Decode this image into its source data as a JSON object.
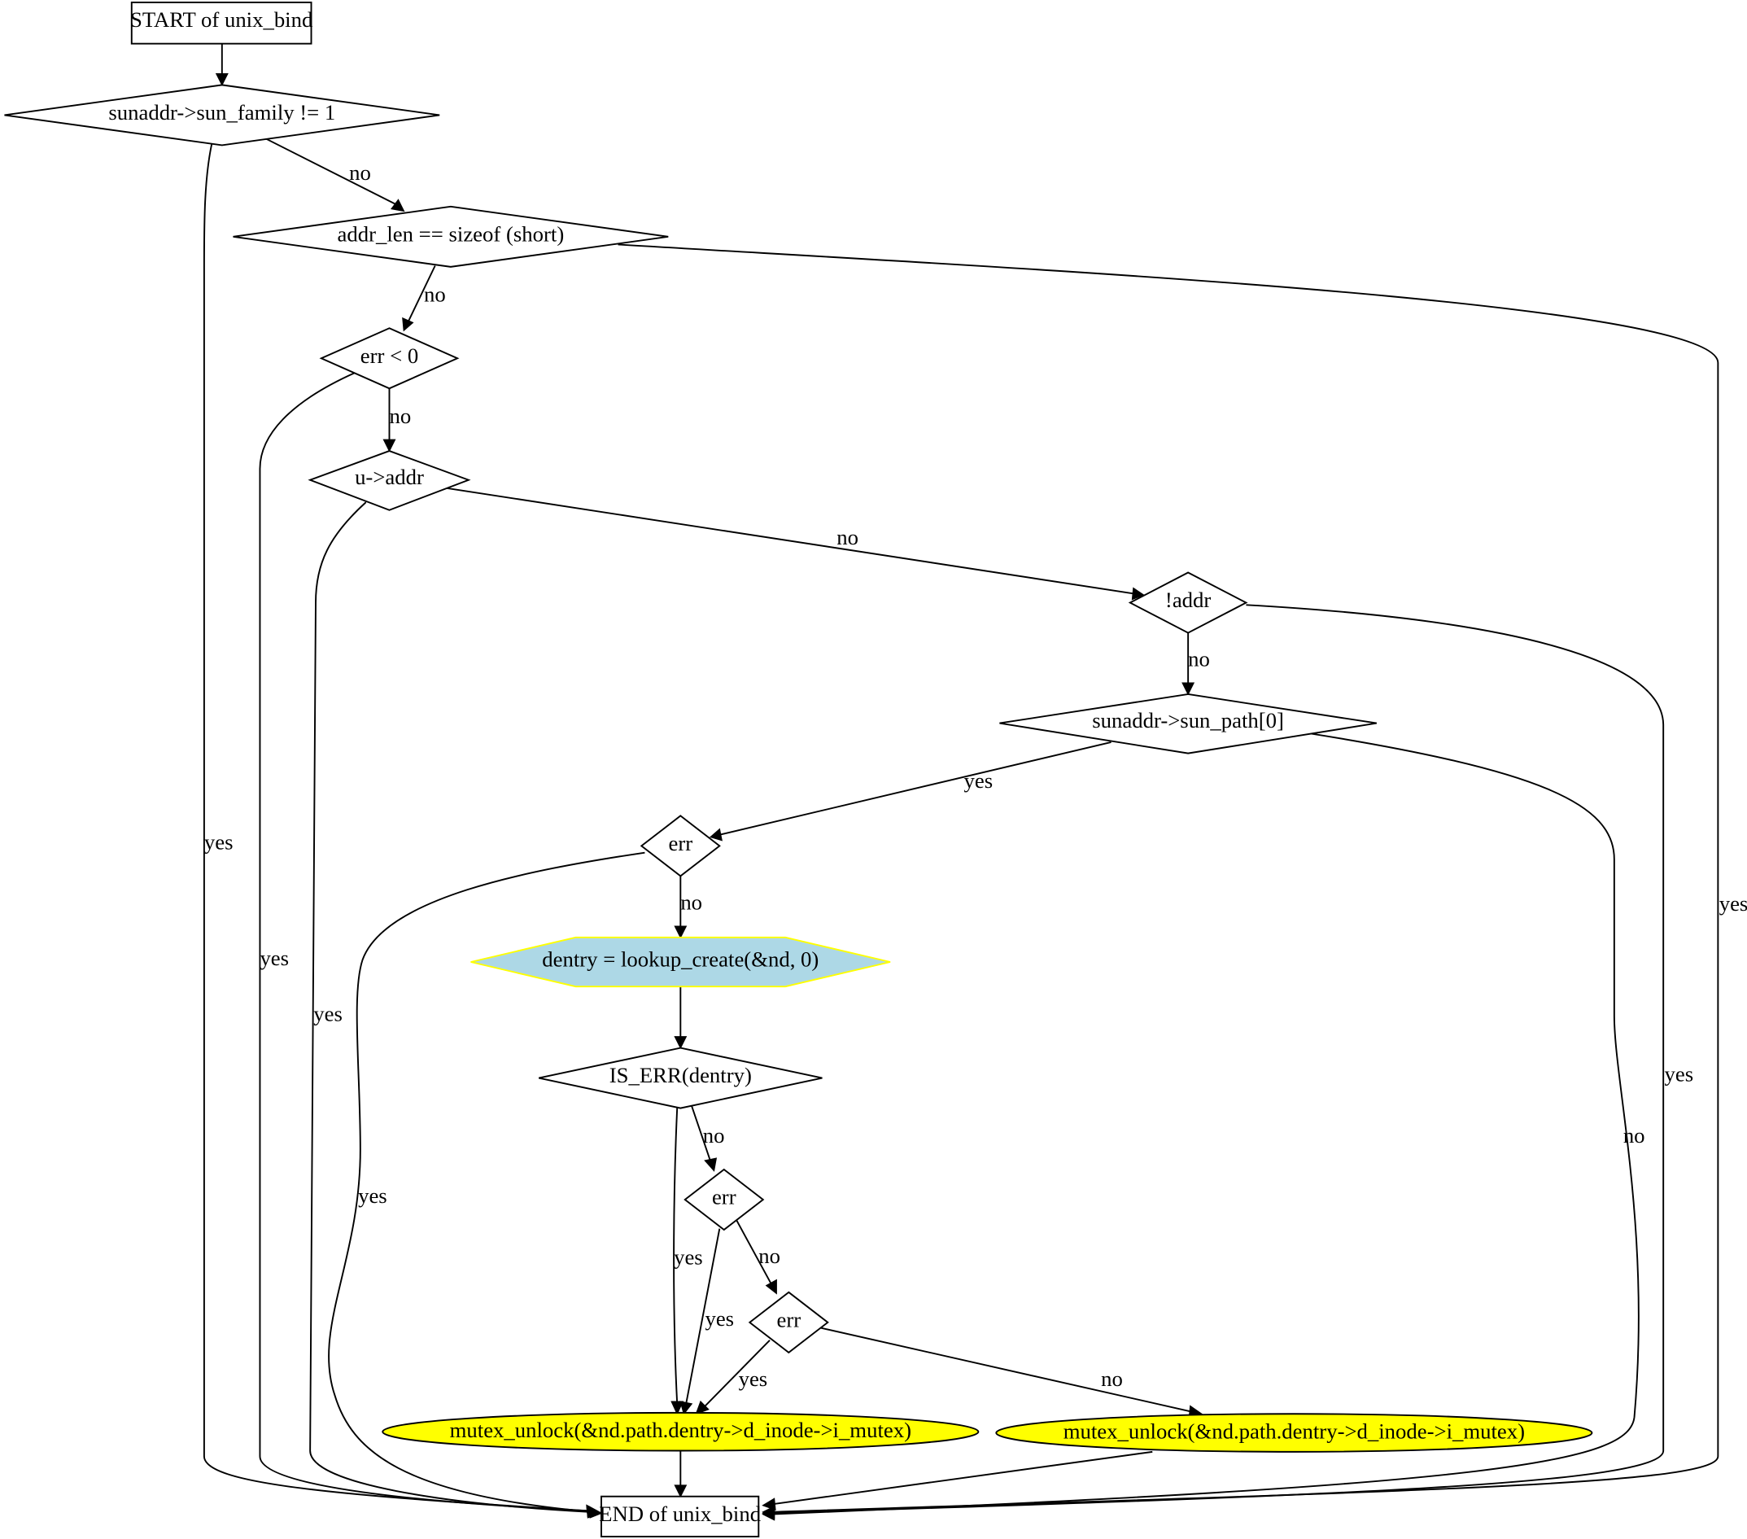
{
  "diagram": {
    "nodes": {
      "start": {
        "label": "START of unix_bind"
      },
      "d1": {
        "label": "sunaddr->sun_family != 1"
      },
      "d2": {
        "label": "addr_len == sizeof (short)"
      },
      "d3": {
        "label": "err < 0"
      },
      "d4": {
        "label": "u->addr"
      },
      "d5": {
        "label": "!addr"
      },
      "d6": {
        "label": "sunaddr->sun_path[0]"
      },
      "d7": {
        "label": "err"
      },
      "h1": {
        "label": "dentry = lookup_create(&nd, 0)",
        "fill": "#add8e6",
        "stroke": "#ffff00"
      },
      "d8": {
        "label": "IS_ERR(dentry)"
      },
      "d9": {
        "label": "err"
      },
      "d10": {
        "label": "err"
      },
      "m1": {
        "label": "mutex_unlock(&nd.path.dentry->d_inode->i_mutex)",
        "fill": "#ffff00"
      },
      "m2": {
        "label": "mutex_unlock(&nd.path.dentry->d_inode->i_mutex)",
        "fill": "#ffff00"
      },
      "end": {
        "label": "END of unix_bind"
      }
    },
    "edges": {
      "e_start_d1": {
        "from": "START of unix_bind",
        "to": "sunaddr->sun_family != 1",
        "label": ""
      },
      "e_d1_d2": {
        "from": "sunaddr->sun_family != 1",
        "to": "addr_len == sizeof (short)",
        "label": "no"
      },
      "e_d1_end": {
        "from": "sunaddr->sun_family != 1",
        "to": "END of unix_bind",
        "label": "yes"
      },
      "e_d2_d3": {
        "from": "addr_len == sizeof (short)",
        "to": "err < 0",
        "label": "no"
      },
      "e_d2_end": {
        "from": "addr_len == sizeof (short)",
        "to": "END of unix_bind",
        "label": "yes"
      },
      "e_d3_d4": {
        "from": "err < 0",
        "to": "u->addr",
        "label": "no"
      },
      "e_d3_end": {
        "from": "err < 0",
        "to": "END of unix_bind",
        "label": "yes"
      },
      "e_d4_d5": {
        "from": "u->addr",
        "to": "!addr",
        "label": "no"
      },
      "e_d4_end": {
        "from": "u->addr",
        "to": "END of unix_bind",
        "label": "yes"
      },
      "e_d5_d6": {
        "from": "!addr",
        "to": "sunaddr->sun_path[0]",
        "label": "no"
      },
      "e_d5_end": {
        "from": "!addr",
        "to": "END of unix_bind",
        "label": "yes"
      },
      "e_d6_d7": {
        "from": "sunaddr->sun_path[0]",
        "to": "err",
        "label": "yes"
      },
      "e_d6_end": {
        "from": "sunaddr->sun_path[0]",
        "to": "END of unix_bind",
        "label": "no"
      },
      "e_d7_h1": {
        "from": "err",
        "to": "dentry = lookup_create(&nd, 0)",
        "label": "no"
      },
      "e_d7_end": {
        "from": "err",
        "to": "END of unix_bind",
        "label": "yes"
      },
      "e_h1_d8": {
        "from": "dentry = lookup_create(&nd, 0)",
        "to": "IS_ERR(dentry)",
        "label": ""
      },
      "e_d8_d9": {
        "from": "IS_ERR(dentry)",
        "to": "err",
        "label": "no"
      },
      "e_d8_m1": {
        "from": "IS_ERR(dentry)",
        "to": "mutex_unlock(&nd.path.dentry->d_inode->i_mutex)",
        "label": "yes"
      },
      "e_d9_d10": {
        "from": "err",
        "to": "err",
        "label": "no"
      },
      "e_d9_m1": {
        "from": "err",
        "to": "mutex_unlock(&nd.path.dentry->d_inode->i_mutex)",
        "label": "yes"
      },
      "e_d10_m1": {
        "from": "err",
        "to": "mutex_unlock(&nd.path.dentry->d_inode->i_mutex)",
        "label": "yes"
      },
      "e_d10_m2": {
        "from": "err",
        "to": "mutex_unlock(&nd.path.dentry->d_inode->i_mutex)",
        "label": "no"
      },
      "e_m1_end": {
        "from": "mutex_unlock(&nd.path.dentry->d_inode->i_mutex)",
        "to": "END of unix_bind",
        "label": ""
      },
      "e_m2_end": {
        "from": "mutex_unlock(&nd.path.dentry->d_inode->i_mutex)",
        "to": "END of unix_bind",
        "label": ""
      }
    }
  }
}
